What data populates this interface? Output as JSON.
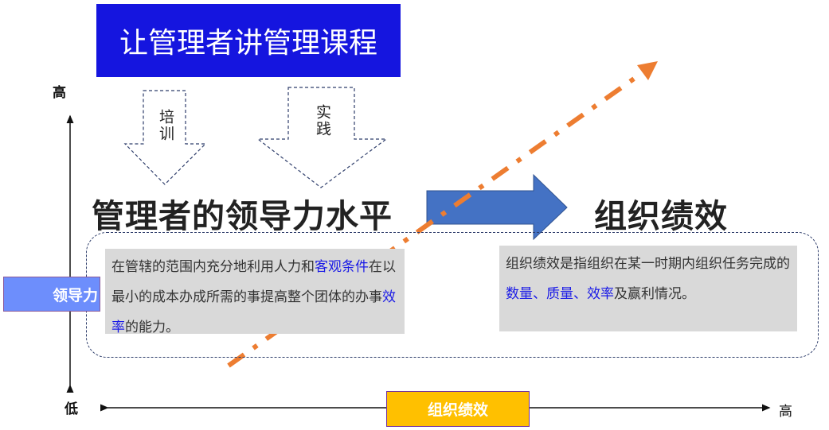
{
  "title": "让管理者讲管理课程",
  "y_axis": {
    "high": "高",
    "low": "低",
    "label": "领导力"
  },
  "x_axis": {
    "high": "高",
    "label": "组织绩效"
  },
  "inputs": [
    {
      "label": "培训"
    },
    {
      "label": "实践"
    }
  ],
  "left_heading": "管理者的领导力水平",
  "right_heading": "组织绩效",
  "left_desc": {
    "segments": [
      {
        "text": "在管辖的范围内充分地利用人力和",
        "hl": false
      },
      {
        "text": "客观条件",
        "hl": true
      },
      {
        "text": "在以最小的成本办成所需的事提高整个团体的办事",
        "hl": false
      },
      {
        "text": "效率",
        "hl": true
      },
      {
        "text": "的能力。",
        "hl": false
      }
    ]
  },
  "right_desc": {
    "segments": [
      {
        "text": "组织绩效是指组织在某一时期内组织任务完成的",
        "hl": false
      },
      {
        "text": "数量、质量、效率",
        "hl": true
      },
      {
        "text": "及赢利情况。",
        "hl": false
      }
    ]
  },
  "colors": {
    "title_bg": "#1515DF",
    "block_arrow": "#4472C4",
    "trend": "#ED7D31",
    "highlight": "#1A1AE6",
    "x_label_bg": "#FFC000",
    "y_label_bg": "#6D8EFC"
  }
}
